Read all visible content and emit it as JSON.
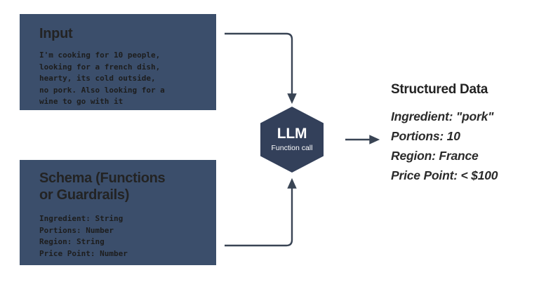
{
  "diagram": {
    "input_panel": {
      "title": "Input",
      "body": "I'm cooking for 10 people,\nlooking for a french dish,\nhearty, its cold outside,\nno pork. Also looking for a\nwine to go with it"
    },
    "schema_panel": {
      "title": "Schema (Functions\nor Guardrails)",
      "body": "Ingredient: String\nPortions: Number\nRegion: String\nPrice Point: Number"
    },
    "llm_node": {
      "title": "LLM",
      "subtitle": "Function call"
    },
    "output": {
      "title": "Structured Data",
      "lines": [
        "Ingredient: \"pork\"",
        "Portions: 10",
        "Region: France",
        "Price Point: < $100"
      ]
    },
    "connectors": [
      {
        "name": "input-to-llm-arrow"
      },
      {
        "name": "schema-to-llm-arrow"
      },
      {
        "name": "llm-to-output-arrow"
      }
    ],
    "colors": {
      "panel_fill": "#3b4e6b",
      "hex_fill": "#33405a",
      "connector": "#394454",
      "heading_text": "#232323",
      "body_text": "#1d1d1d",
      "hex_text": "#ffffff",
      "background": "#ffffff"
    }
  }
}
